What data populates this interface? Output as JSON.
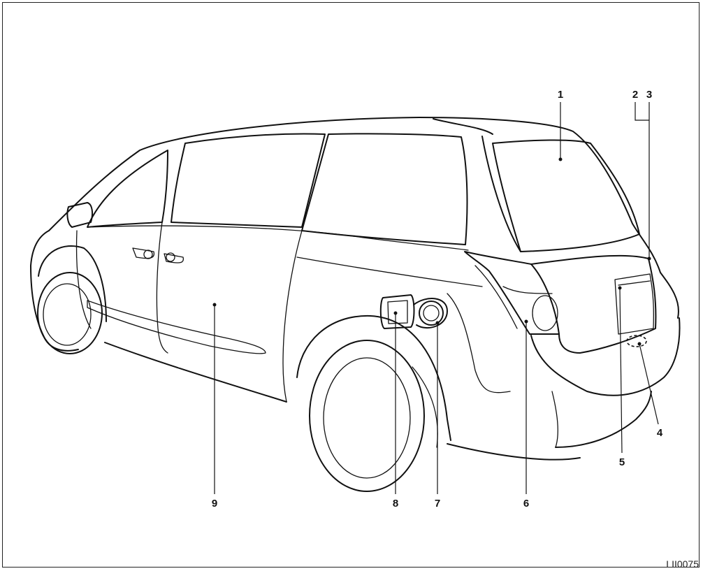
{
  "figure": {
    "code": "LII0075",
    "callouts": {
      "c1": "1",
      "c2": "2",
      "c3": "3",
      "c4": "4",
      "c5": "5",
      "c6": "6",
      "c7": "7",
      "c8": "8",
      "c9": "9"
    }
  }
}
